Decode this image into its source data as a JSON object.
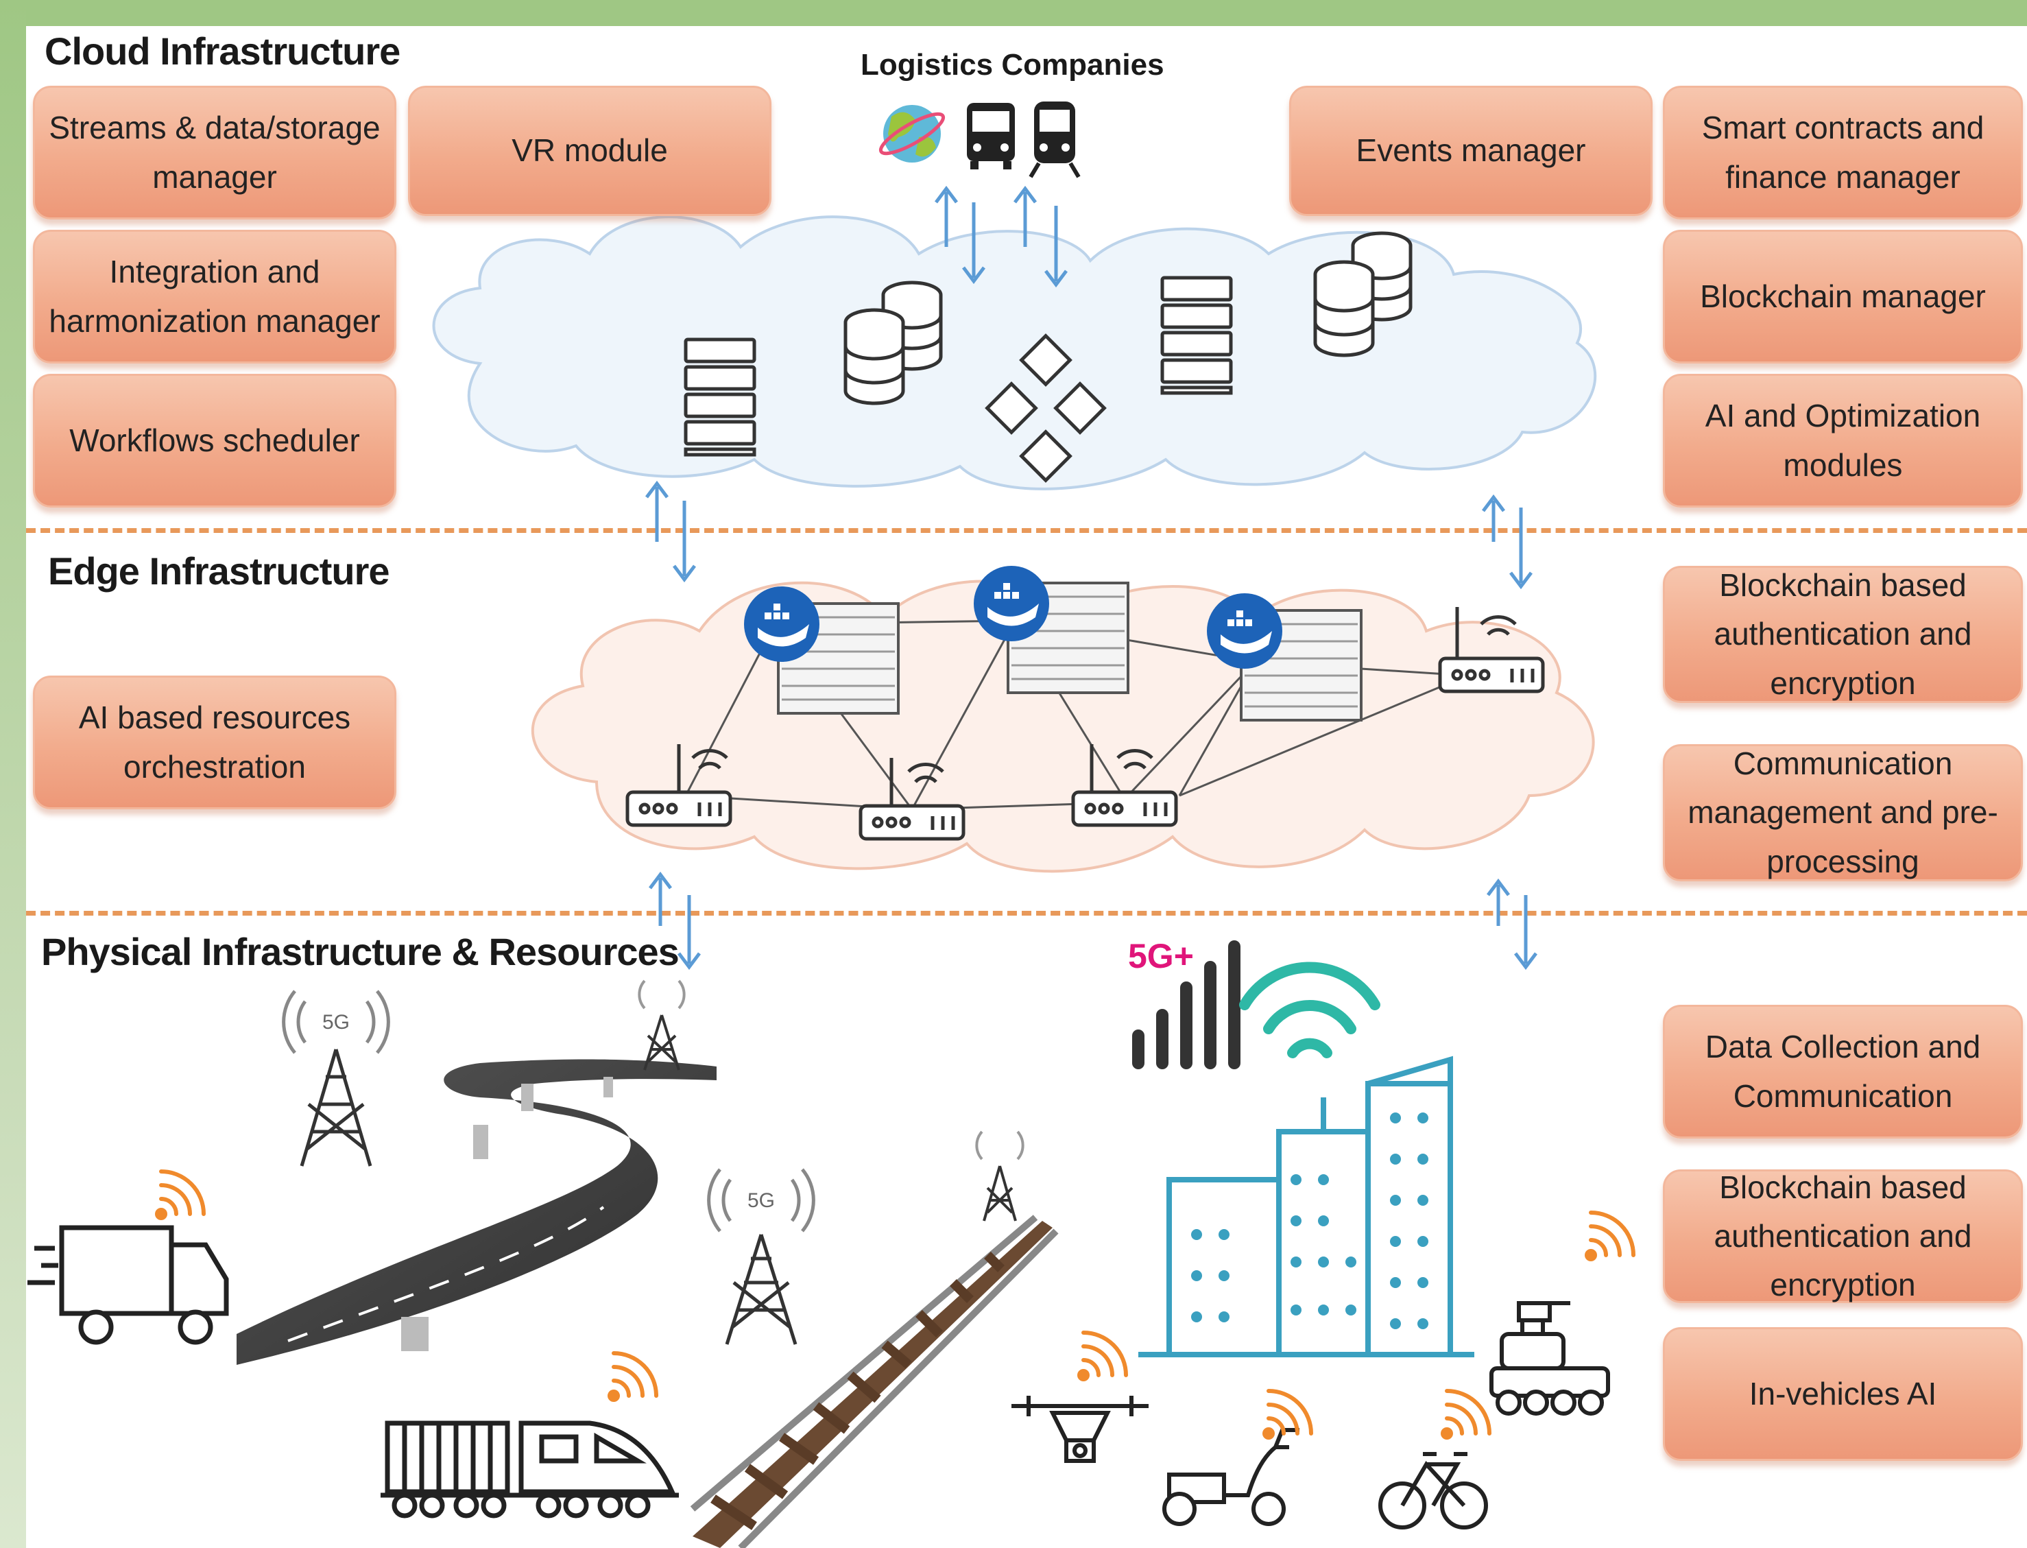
{
  "sections": {
    "cloud": "Cloud Infrastructure",
    "edge": "Edge Infrastructure",
    "physical": "Physical Infrastructure & Resources"
  },
  "logistics_label": "Logistics Companies",
  "five_g_label": "5G+",
  "tower_label": "5G",
  "cloud_modules": {
    "streams": [
      "Streams & data/storage",
      "manager"
    ],
    "vr": [
      "VR module"
    ],
    "integration": [
      "Integration and",
      "harmonization manager"
    ],
    "workflows": [
      "Workflows scheduler"
    ],
    "events": [
      "Events manager"
    ],
    "smart_contracts": [
      "Smart contracts and",
      "finance manager"
    ],
    "blockchain_manager": [
      "Blockchain manager"
    ],
    "ai_optimization": [
      "AI and Optimization",
      "modules"
    ]
  },
  "edge_modules": {
    "ai_orchestration": [
      "AI based resources",
      "orchestration"
    ],
    "blockchain_auth": [
      "Blockchain based",
      "authentication and",
      "encryption"
    ],
    "communication_mgmt": [
      "Communication",
      "management and pre-",
      "processing"
    ]
  },
  "physical_modules": {
    "data_collection": [
      "Data Collection and",
      "Communication"
    ],
    "blockchain_auth": [
      "Blockchain based",
      "authentication and",
      "encryption"
    ],
    "in_vehicles_ai": [
      "In-vehicles AI"
    ]
  },
  "colors": {
    "module_fill": "#f2ab8c",
    "divider": "#e8995a",
    "arrow": "#5b9bd5",
    "city": "#3aa0c0",
    "signal": "#f08a2c",
    "accent_5g": "#e0157a"
  },
  "icons": [
    "globe-icon",
    "bus-icon",
    "train-icon",
    "server-icon",
    "database-icon",
    "blockchain-icon",
    "docker-icon",
    "router-icon",
    "cell-tower-icon",
    "truck-icon",
    "road-icon",
    "railway-icon",
    "freight-train-icon",
    "drone-icon",
    "scooter-icon",
    "bicycle-icon",
    "robot-icon",
    "city-icon",
    "wifi-icon",
    "signal-bars-icon"
  ]
}
